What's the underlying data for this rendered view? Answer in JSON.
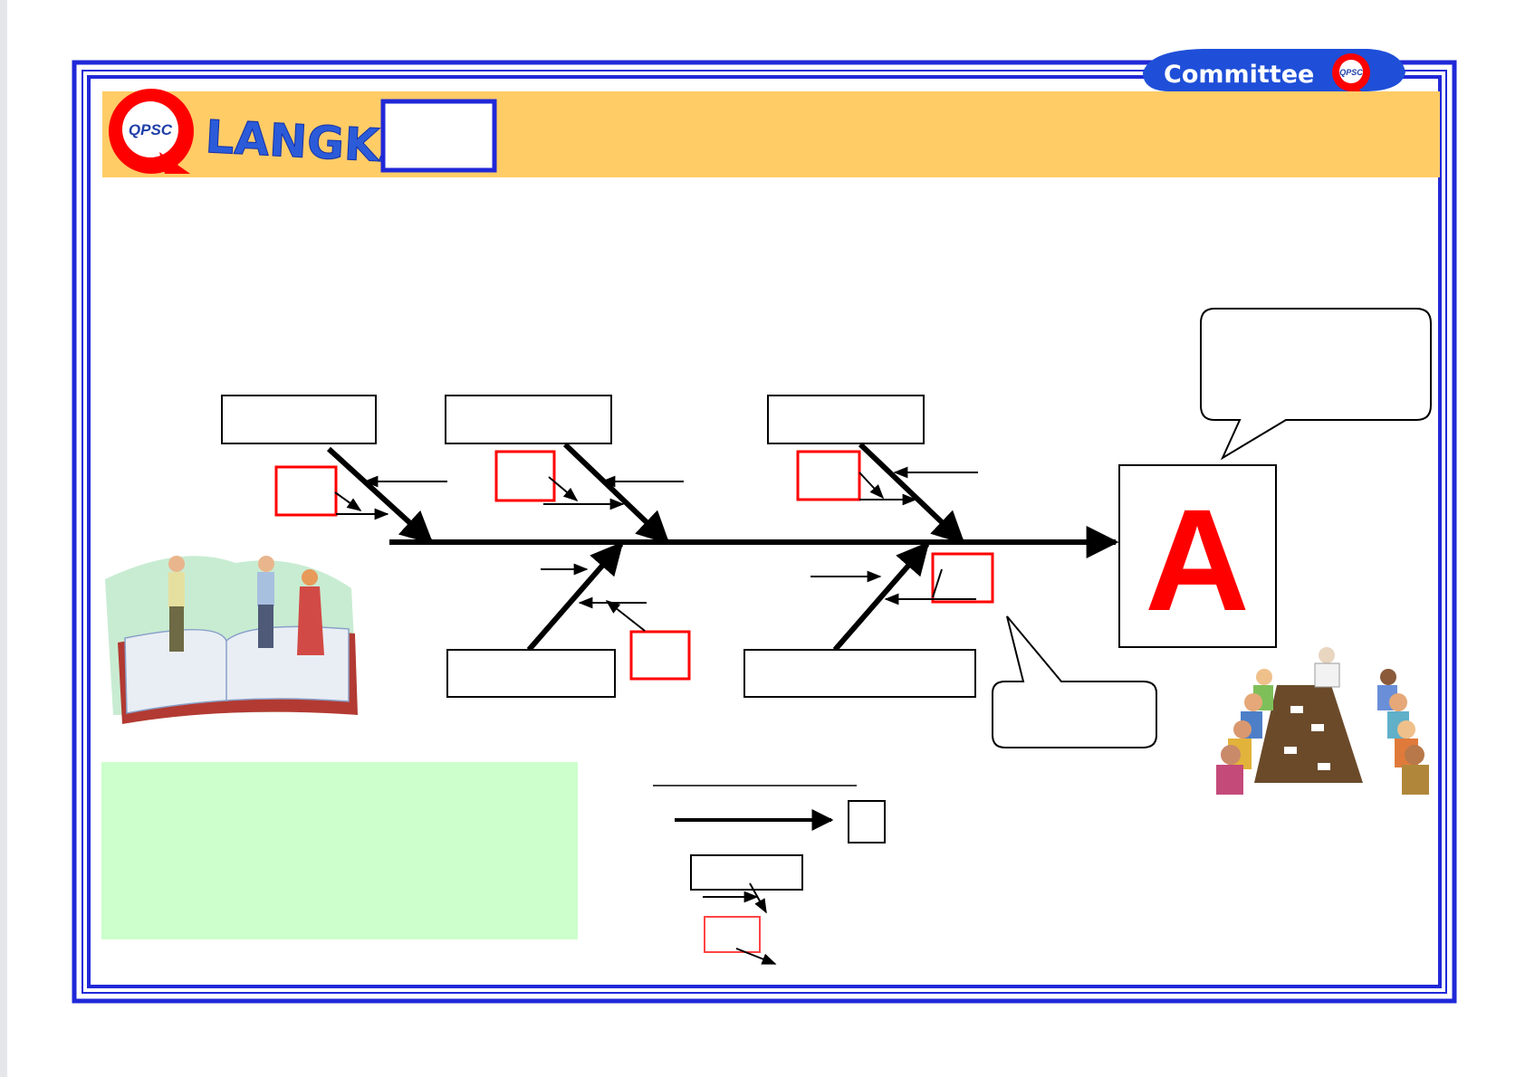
{
  "header": {
    "badge_text": "Committee",
    "logo_text": "QPSC",
    "step_label": "LANGKAH",
    "step_number": ""
  },
  "diagram": {
    "effect_letter": "A",
    "cause_labels": [
      "",
      "",
      "",
      "",
      ""
    ],
    "callout_top": "",
    "callout_bottom": ""
  },
  "notes": {
    "text": ""
  },
  "legend": {
    "items": [
      "",
      "",
      ""
    ]
  },
  "colors": {
    "frame_blue": "#2028d8",
    "header_band": "#ffcc66",
    "accent_red": "#ff0000",
    "notes_green": "#ccffcc",
    "badge_blue": "#1f4fd8"
  },
  "icons": [
    "qpsc-logo-icon",
    "people-on-book-clipart",
    "meeting-table-clipart"
  ]
}
